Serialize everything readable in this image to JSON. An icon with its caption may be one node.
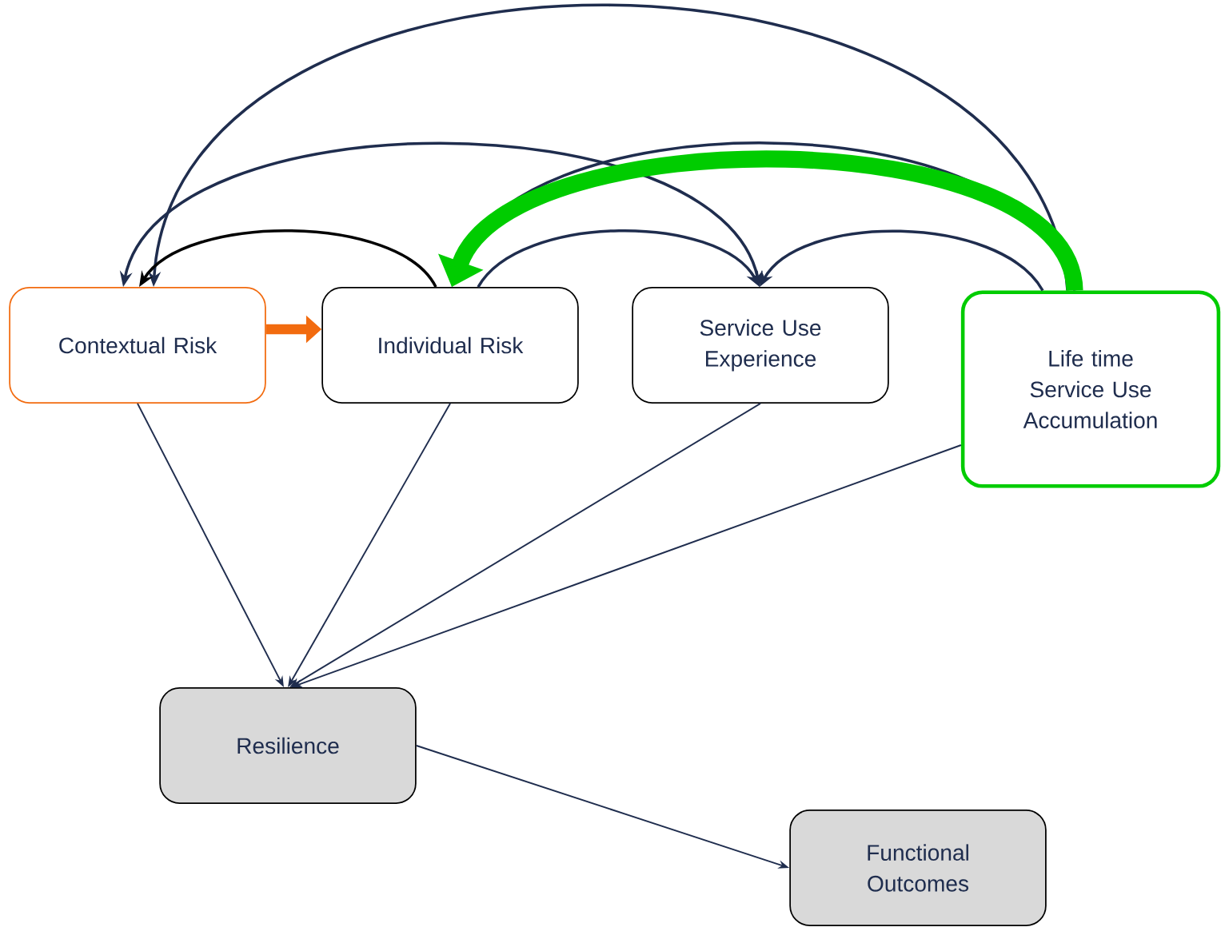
{
  "diagram": {
    "nodes": [
      {
        "text": [
          "Contextual Risk"
        ]
      },
      {
        "text": [
          "Individual Risk"
        ]
      },
      {
        "text": [
          "Service Use Experience"
        ]
      },
      {
        "text": [
          "Life time Service Use Accumulation"
        ]
      },
      {
        "text": [
          "Resilience"
        ]
      },
      {
        "text": [
          "Functional Outcomes"
        ]
      }
    ],
    "edges": [
      {
        "from": 3,
        "to": 0,
        "arrow": "to"
      },
      {
        "from": 0,
        "to": 2,
        "arrow": "both"
      },
      {
        "from": 1,
        "to": 0,
        "arrow": "to",
        "color": "#000000"
      },
      {
        "from": 1,
        "to": 2,
        "arrow": "to"
      },
      {
        "from": 3,
        "to": 2,
        "arrow": "to"
      },
      {
        "from": 3,
        "to": 1,
        "arrow": "to"
      },
      {
        "from": 3,
        "to": 1,
        "arrow": "to",
        "style": "thick",
        "color": "#00cc00"
      },
      {
        "from": 0,
        "to": 1,
        "arrow": "to",
        "style": "thick",
        "color": "#f26b0f"
      },
      {
        "from": 0,
        "to": 4,
        "arrow": "to"
      },
      {
        "from": 1,
        "to": 4,
        "arrow": "to"
      },
      {
        "from": 2,
        "to": 4,
        "arrow": "to"
      },
      {
        "from": 3,
        "to": 4,
        "arrow": "to"
      },
      {
        "from": 4,
        "to": 5,
        "arrow": "to"
      }
    ]
  }
}
